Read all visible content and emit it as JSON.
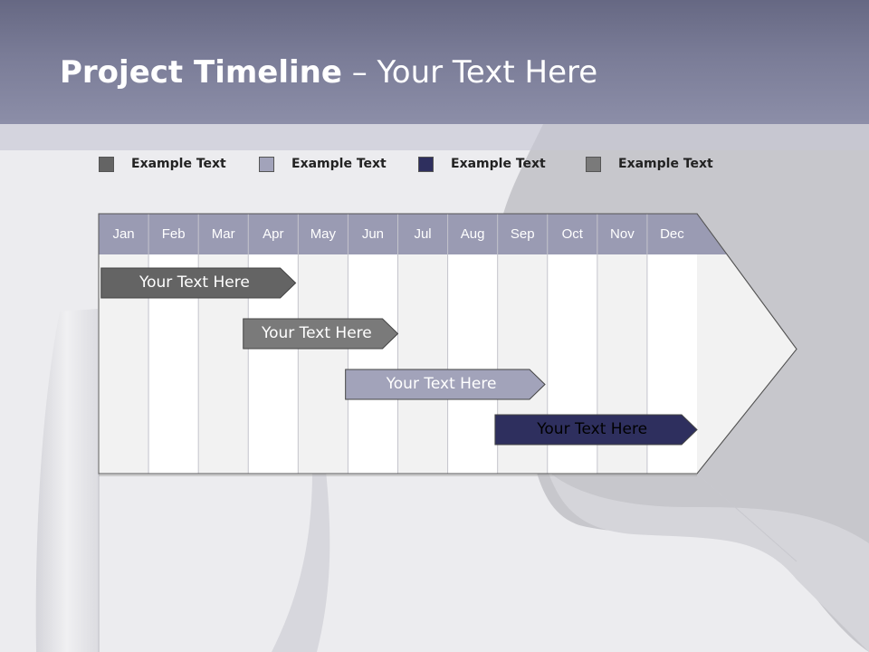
{
  "title": {
    "bold": "Project Timeline",
    "rest": " – Your Text Here"
  },
  "legend": [
    {
      "label": "Example Text",
      "color": "#646464"
    },
    {
      "label": "Example Text",
      "color": "#a2a3ba"
    },
    {
      "label": "Example Text",
      "color": "#2e2f5e"
    },
    {
      "label": "Example Text",
      "color": "#7a7a7a"
    }
  ],
  "chart_data": {
    "type": "gantt",
    "months": [
      "Jan",
      "Feb",
      "Mar",
      "Apr",
      "May",
      "Jun",
      "Jul",
      "Aug",
      "Sep",
      "Oct",
      "Nov",
      "Dec"
    ],
    "tasks": [
      {
        "label": "Your  Text Here",
        "start": 0.05,
        "end": 3.95,
        "color": "#646464",
        "text_color": "#ffffff"
      },
      {
        "label": "Your  Text Here",
        "start": 2.9,
        "end": 6.0,
        "color": "#7a7a7a",
        "text_color": "#ffffff"
      },
      {
        "label": "Your  Text Here",
        "start": 4.95,
        "end": 8.95,
        "color": "#a2a3ba",
        "text_color": "#ffffff"
      },
      {
        "label": "Your  Text Here",
        "start": 7.95,
        "end": 12.0,
        "color": "#2e2f5e",
        "text_color": "#000000"
      }
    ]
  }
}
